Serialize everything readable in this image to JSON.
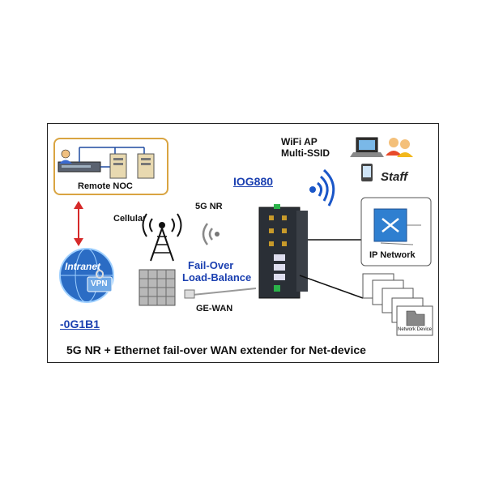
{
  "labels": {
    "remote_noc": "Remote NOC",
    "cellular": "Cellular",
    "nr_5g": "5G NR",
    "wifi_ap": "WiFi AP",
    "multi_ssid": "Multi-SSID",
    "model": "IOG880",
    "staff": "Staff",
    "ip_network": "IP Network",
    "fail_over": "Fail-Over",
    "load_balance": "Load-Balance",
    "ge_wan": "GE-WAN",
    "intranet": "Intranet",
    "vpn": "VPN",
    "suffix_code": "-0G1B1",
    "network_device": "Network Device",
    "caption": "5G NR + Ethernet fail-over WAN extender for Net-device"
  }
}
